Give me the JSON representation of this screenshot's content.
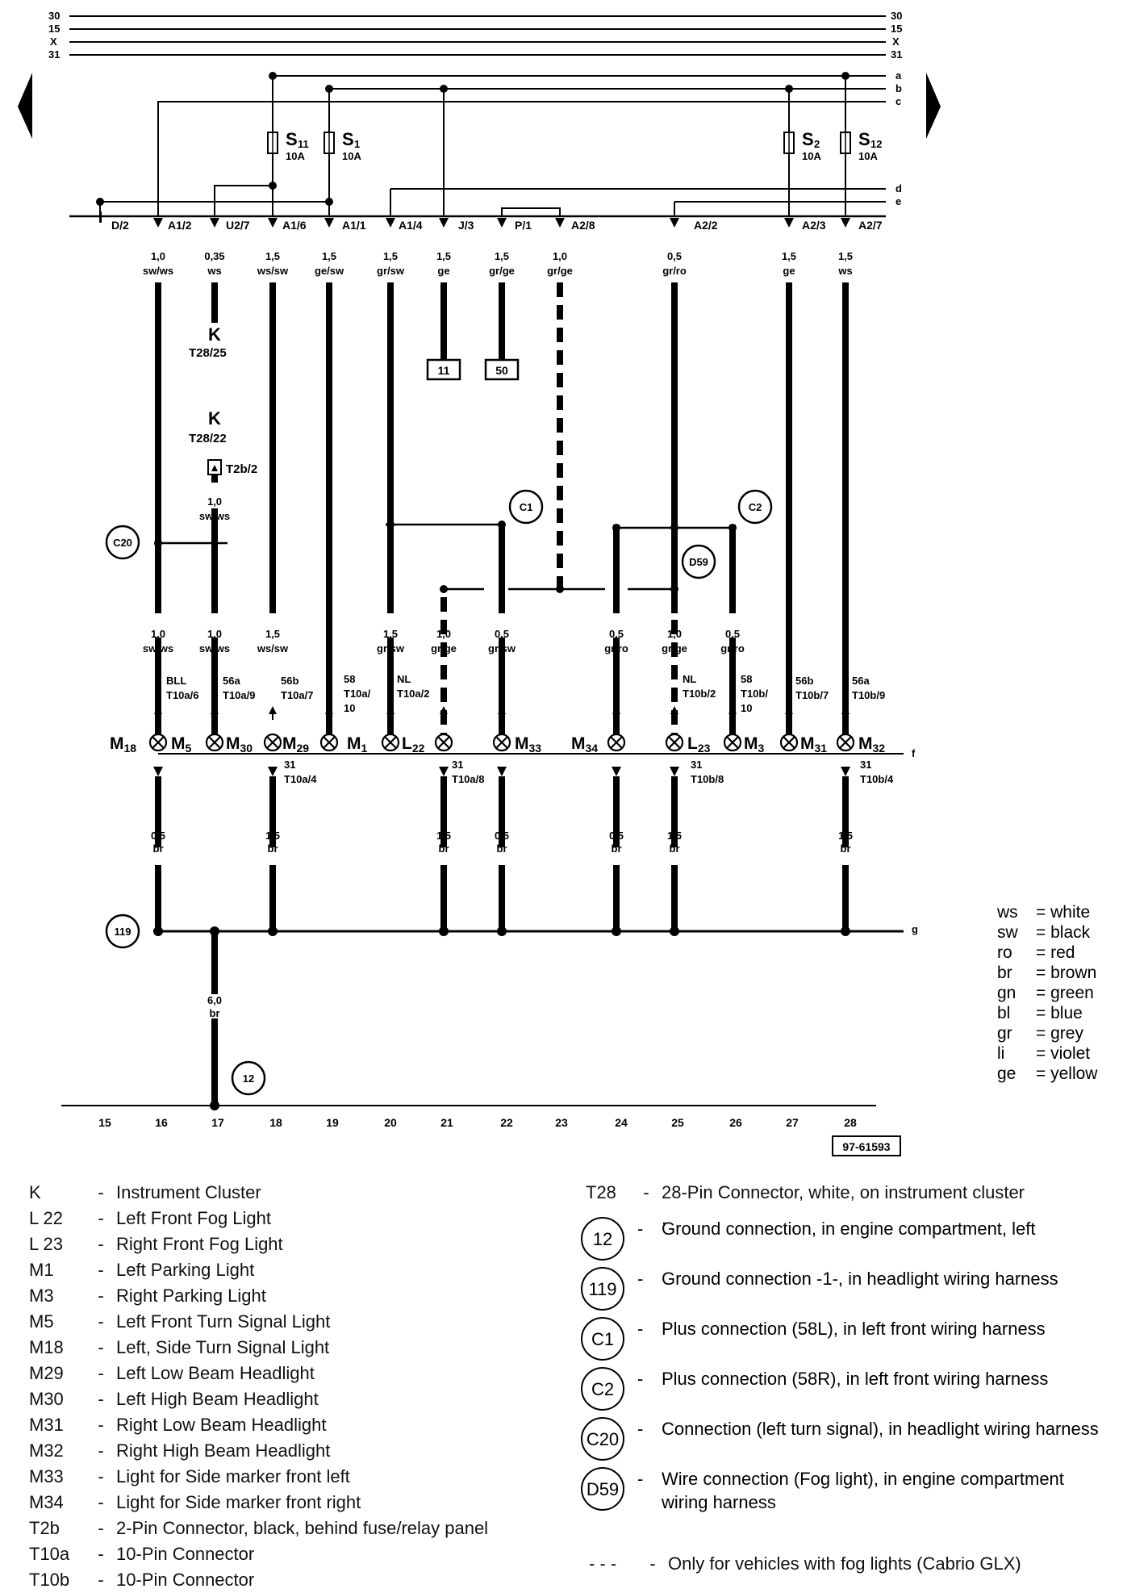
{
  "diagram": {
    "bus_labels": [
      "30",
      "15",
      "X",
      "31"
    ],
    "branch_labels": [
      "a",
      "b",
      "c",
      "d",
      "e",
      "f",
      "g"
    ],
    "fuses": [
      {
        "id": "S11",
        "name": "S",
        "sub": "11",
        "rating": "10A"
      },
      {
        "id": "S1",
        "name": "S",
        "sub": "1",
        "rating": "10A"
      },
      {
        "id": "S2",
        "name": "S",
        "sub": "2",
        "rating": "10A"
      },
      {
        "id": "S12",
        "name": "S",
        "sub": "12",
        "rating": "10A"
      }
    ],
    "terminals": [
      "D/2",
      "A1/2",
      "U2/7",
      "A1/6",
      "A1/1",
      "A1/4",
      "J/3",
      "P/1",
      "A2/8",
      "A2/2",
      "A2/3",
      "A2/7"
    ],
    "wires_top": [
      {
        "size": "1,0",
        "color": "sw/ws"
      },
      {
        "size": "0,35",
        "color": "ws"
      },
      {
        "size": "1,5",
        "color": "ws/sw"
      },
      {
        "size": "1,5",
        "color": "ge/sw"
      },
      {
        "size": "1,5",
        "color": "gr/sw"
      },
      {
        "size": "1,5",
        "color": "ge"
      },
      {
        "size": "1,5",
        "color": "gr/ge"
      },
      {
        "size": "1,0",
        "color": "gr/ge"
      },
      {
        "size": "0,5",
        "color": "gr/ro"
      },
      {
        "size": "1,5",
        "color": "ge"
      },
      {
        "size": "1,5",
        "color": "ws"
      }
    ],
    "k1": {
      "name": "K",
      "conn": "T28/25"
    },
    "k2": {
      "name": "K",
      "conn": "T28/22"
    },
    "t2b": "T2b/2",
    "wire_k": {
      "size": "1,0",
      "color": "sw/ws"
    },
    "box_refs": [
      "11",
      "50"
    ],
    "circles": [
      "C1",
      "C2",
      "C20",
      "D59",
      "119",
      "12"
    ],
    "wires_mid": [
      {
        "size": "1,0",
        "color": "sw/ws"
      },
      {
        "size": "1,0",
        "color": "sw/ws"
      },
      {
        "size": "1,5",
        "color": "ws/sw"
      },
      {
        "size": "1,5",
        "color": "gr/sw"
      },
      {
        "size": "1,0",
        "color": "gr/ge"
      },
      {
        "size": "0,5",
        "color": "gr/sw"
      },
      {
        "size": "0,5",
        "color": "gr/ro"
      },
      {
        "size": "1,0",
        "color": "gr/ge"
      },
      {
        "size": "0,5",
        "color": "gr/ro"
      }
    ],
    "pins": [
      {
        "a": "BLL",
        "b": "T10a/6"
      },
      {
        "a": "56a",
        "b": "T10a/9"
      },
      {
        "a": "56b",
        "b": "T10a/7"
      },
      {
        "a": "58",
        "b": "T10a/",
        "c": "10"
      },
      {
        "a": "NL",
        "b": "T10a/2"
      },
      {
        "a": "NL",
        "b": "T10b/2"
      },
      {
        "a": "58",
        "b": "T10b/",
        "c": "10"
      },
      {
        "a": "56b",
        "b": "T10b/7"
      },
      {
        "a": "56a",
        "b": "T10b/9"
      }
    ],
    "lamps": [
      {
        "n": "M",
        "s": "18"
      },
      {
        "n": "M",
        "s": "5"
      },
      {
        "n": "M",
        "s": "30"
      },
      {
        "n": "M",
        "s": "29"
      },
      {
        "n": "M",
        "s": "1"
      },
      {
        "n": "L",
        "s": "22"
      },
      {
        "n": "M",
        "s": "33"
      },
      {
        "n": "M",
        "s": "34"
      },
      {
        "n": "L",
        "s": "23"
      },
      {
        "n": "M",
        "s": "3"
      },
      {
        "n": "M",
        "s": "31"
      },
      {
        "n": "M",
        "s": "32"
      }
    ],
    "grounds": [
      {
        "a": "31",
        "b": "T10a/4"
      },
      {
        "a": "31",
        "b": "T10a/8"
      },
      {
        "a": "31",
        "b": "T10b/8"
      },
      {
        "a": "31",
        "b": "T10b/4"
      }
    ],
    "wire_br": {
      "size_a": "0,5",
      "size_b": "1,5",
      "color": "br"
    },
    "wire_main": {
      "size": "6,0",
      "color": "br"
    },
    "columns": [
      "15",
      "16",
      "17",
      "18",
      "19",
      "20",
      "21",
      "22",
      "23",
      "24",
      "25",
      "26",
      "27",
      "28"
    ],
    "doc_id": "97-61593"
  },
  "color_key": [
    {
      "ab": "ws",
      "name": "white"
    },
    {
      "ab": "sw",
      "name": "black"
    },
    {
      "ab": "ro",
      "name": "red"
    },
    {
      "ab": "br",
      "name": "brown"
    },
    {
      "ab": "gn",
      "name": "green"
    },
    {
      "ab": "bl",
      "name": "blue"
    },
    {
      "ab": "gr",
      "name": "grey"
    },
    {
      "ab": "li",
      "name": "violet"
    },
    {
      "ab": "ge",
      "name": "yellow"
    }
  ],
  "legend": [
    {
      "code": "K",
      "desc": "Instrument Cluster"
    },
    {
      "code": "L 22",
      "desc": "Left Front Fog Light"
    },
    {
      "code": "L 23",
      "desc": "Right Front Fog Light"
    },
    {
      "code": "M1",
      "desc": "Left Parking Light"
    },
    {
      "code": "M3",
      "desc": "Right Parking Light"
    },
    {
      "code": "M5",
      "desc": "Left Front Turn Signal Light"
    },
    {
      "code": "M18",
      "desc": "Left, Side Turn Signal Light"
    },
    {
      "code": "M29",
      "desc": "Left Low Beam Headlight"
    },
    {
      "code": "M30",
      "desc": "Left High Beam Headlight"
    },
    {
      "code": "M31",
      "desc": "Right Low Beam Headlight"
    },
    {
      "code": "M32",
      "desc": "Right High Beam Headlight"
    },
    {
      "code": "M33",
      "desc": "Light for Side marker front left"
    },
    {
      "code": "M34",
      "desc": "Light for Side marker front right"
    },
    {
      "code": "T2b",
      "desc": "2-Pin Connector, black, behind fuse/relay panel"
    },
    {
      "code": "T10a",
      "desc": "10-Pin Connector"
    },
    {
      "code": "T10b",
      "desc": "10-Pin Connector"
    }
  ],
  "t28": {
    "code": "T28",
    "desc": "28-Pin Connector, white, on instrument cluster",
    "trail": "."
  },
  "refs": [
    {
      "id": "12",
      "desc": "Ground connection, in engine compartment, left"
    },
    {
      "id": "119",
      "desc": "Ground connection -1-, in headlight  wiring harness"
    },
    {
      "id": "C1",
      "desc": "Plus connection (58L), in left front  wiring harness"
    },
    {
      "id": "C2",
      "desc": "Plus connection (58R), in left front  wiring harness"
    },
    {
      "id": "C20",
      "desc": "Connection (left turn signal), in headlight wiring harness"
    },
    {
      "id": "D59",
      "desc": "Wire connection (Fog light), in engine compartment  wiring harness"
    }
  ],
  "fog_note": {
    "mark": "- - -",
    "desc": "Only for vehicles with fog lights (Cabrio GLX)"
  },
  "dash": "-"
}
